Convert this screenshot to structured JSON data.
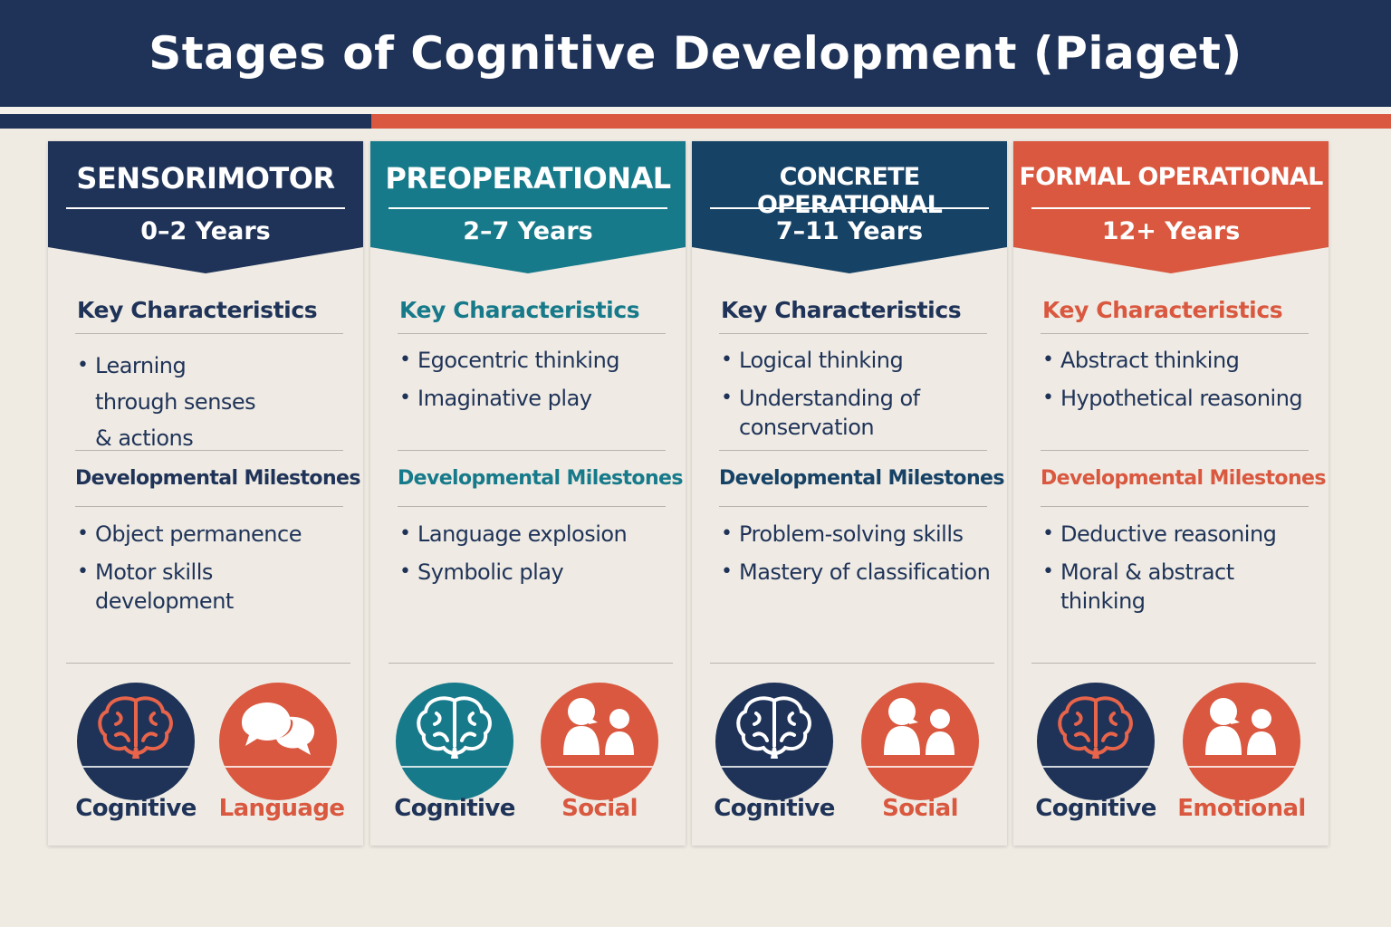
{
  "title": "Stages of Cognitive Development (Piaget)",
  "section_labels": {
    "characteristics": "Key Characteristics",
    "milestones": "Developmental Milestones"
  },
  "colors": {
    "navy": "#1f3358",
    "teal": "#177a8a",
    "dark_blue": "#164266",
    "coral": "#d9583f"
  },
  "stages": [
    {
      "name": "SENSORIMOTOR",
      "age": "0–2 Years",
      "characteristics": [
        "Learning through senses & actions"
      ],
      "milestones": [
        "Object permanence",
        "Motor skills development"
      ],
      "icons": [
        {
          "icon": "brain-icon",
          "label": "Cognitive"
        },
        {
          "icon": "speech-bubbles-icon",
          "label": "Language"
        }
      ]
    },
    {
      "name": "PREOPERATIONAL",
      "age": "2–7 Years",
      "characteristics": [
        "Egocentric thinking",
        "Imaginative play"
      ],
      "milestones": [
        "Language explosion",
        "Symbolic play"
      ],
      "icons": [
        {
          "icon": "brain-icon",
          "label": "Cognitive"
        },
        {
          "icon": "people-icon",
          "label": "Social"
        }
      ]
    },
    {
      "name": "CONCRETE OPERATIONAL",
      "age": "7–11 Years",
      "characteristics": [
        "Logical thinking",
        "Understanding of conservation"
      ],
      "milestones": [
        "Problem-solving skills",
        "Mastery of classification"
      ],
      "icons": [
        {
          "icon": "brain-icon",
          "label": "Cognitive"
        },
        {
          "icon": "people-icon",
          "label": "Social"
        }
      ]
    },
    {
      "name": "FORMAL OPERATIONAL",
      "age": "12+ Years",
      "characteristics": [
        "Abstract thinking",
        "Hypothetical reasoning"
      ],
      "milestones": [
        "Deductive reasoning",
        "Moral & abstract thinking"
      ],
      "icons": [
        {
          "icon": "brain-icon",
          "label": "Cognitive"
        },
        {
          "icon": "people-icon",
          "label": "Emotional"
        }
      ]
    }
  ]
}
